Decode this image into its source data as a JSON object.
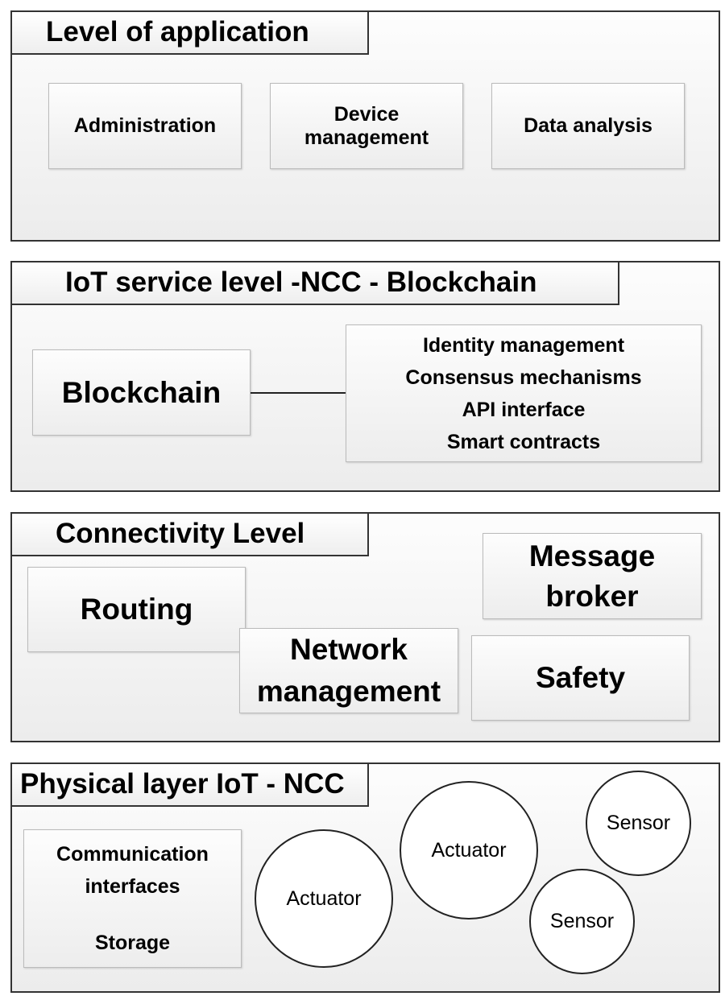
{
  "application": {
    "title": "Level of application",
    "items": [
      "Administration",
      "Device management",
      "Data analysis"
    ]
  },
  "service": {
    "title": "IoT service level -NCC - Blockchain",
    "blockchain": "Blockchain",
    "features": [
      "Identity management",
      "Consensus mechanisms",
      "API interface",
      "Smart contracts"
    ]
  },
  "connectivity": {
    "title": "Connectivity Level",
    "routing": "Routing",
    "message_broker": "Message broker",
    "network_management": "Network management",
    "safety": "Safety"
  },
  "physical": {
    "title": "Physical layer IoT - NCC",
    "comm": "Communication interfaces",
    "storage": "Storage",
    "actuator1": "Actuator",
    "actuator2": "Actuator",
    "sensor1": "Sensor",
    "sensor2": "Sensor"
  }
}
